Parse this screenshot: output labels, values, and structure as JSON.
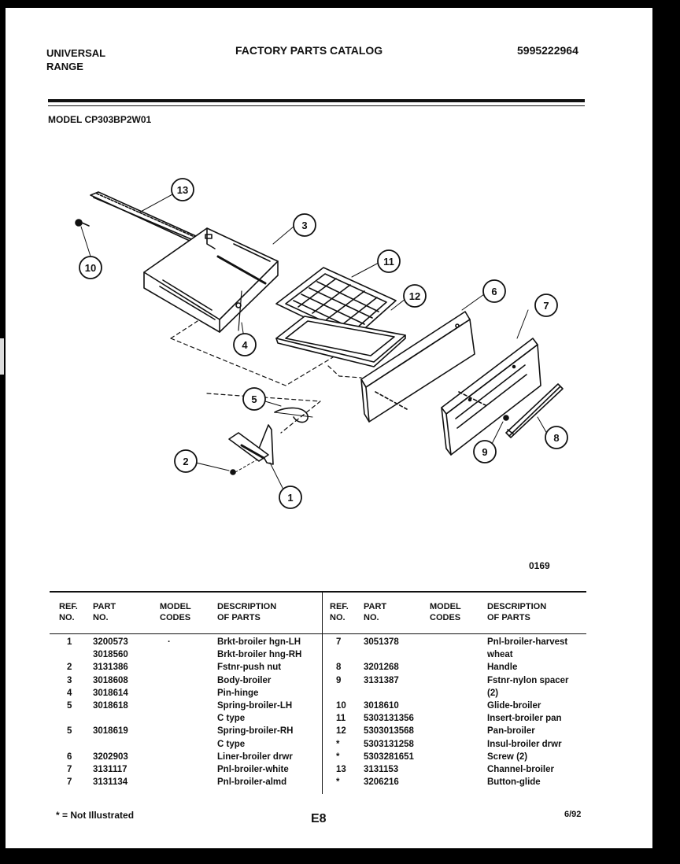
{
  "header": {
    "brand_line1": "UNIVERSAL",
    "brand_line2": "RANGE",
    "title": "FACTORY PARTS CATALOG",
    "catalog_number": "5995222964",
    "model_label": "MODEL",
    "model_number": "CP303BP2W01"
  },
  "diagram": {
    "figure_number": "0169",
    "callouts": [
      "1",
      "2",
      "3",
      "4",
      "5",
      "6",
      "7",
      "8",
      "9",
      "10",
      "11",
      "12",
      "13"
    ]
  },
  "table": {
    "headers": {
      "ref": "REF.\nNO.",
      "part": "PART\nNO.",
      "model": "MODEL\nCODES",
      "desc": "DESCRIPTION\nOF PARTS"
    },
    "left_rows": [
      {
        "ref": "1",
        "part": "3200573",
        "code": "·",
        "desc": "Brkt-broiler hgn-LH"
      },
      {
        "ref": "",
        "part": "3018560",
        "code": "",
        "desc": "Brkt-broiler hng-RH"
      },
      {
        "ref": "2",
        "part": "3131386",
        "code": "",
        "desc": "Fstnr-push nut"
      },
      {
        "ref": "3",
        "part": "3018608",
        "code": "",
        "desc": "Body-broiler"
      },
      {
        "ref": "4",
        "part": "3018614",
        "code": "",
        "desc": "Pin-hinge"
      },
      {
        "ref": "5",
        "part": "3018618",
        "code": "",
        "desc": "Spring-broiler-LH"
      },
      {
        "ref": "",
        "part": "",
        "code": "",
        "desc": "C type"
      },
      {
        "ref": "5",
        "part": "3018619",
        "code": "",
        "desc": "Spring-broiler-RH"
      },
      {
        "ref": "",
        "part": "",
        "code": "",
        "desc": "C type"
      },
      {
        "ref": "6",
        "part": "3202903",
        "code": "",
        "desc": "Liner-broiler drwr"
      },
      {
        "ref": "7",
        "part": "3131117",
        "code": "",
        "desc": "Pnl-broiler-white"
      },
      {
        "ref": "7",
        "part": "3131134",
        "code": "",
        "desc": "Pnl-broiler-almd"
      }
    ],
    "right_rows": [
      {
        "ref": "7",
        "part": "3051378",
        "code": "",
        "desc": "Pnl-broiler-harvest"
      },
      {
        "ref": "",
        "part": "",
        "code": "",
        "desc": "wheat"
      },
      {
        "ref": "8",
        "part": "3201268",
        "code": "",
        "desc": "Handle"
      },
      {
        "ref": "9",
        "part": "3131387",
        "code": "",
        "desc": "Fstnr-nylon spacer"
      },
      {
        "ref": "",
        "part": "",
        "code": "",
        "desc": "(2)"
      },
      {
        "ref": "10",
        "part": "3018610",
        "code": "",
        "desc": "Glide-broiler"
      },
      {
        "ref": "11",
        "part": "5303131356",
        "code": "",
        "desc": "Insert-broiler pan"
      },
      {
        "ref": "12",
        "part": "5303013568",
        "code": "",
        "desc": "Pan-broiler"
      },
      {
        "ref": "*",
        "part": "5303131258",
        "code": "",
        "desc": "Insul-broiler drwr"
      },
      {
        "ref": "*",
        "part": "5303281651",
        "code": "",
        "desc": "Screw (2)"
      },
      {
        "ref": "13",
        "part": "3131153",
        "code": "",
        "desc": "Channel-broiler"
      },
      {
        "ref": "*",
        "part": "3206216",
        "code": "",
        "desc": "Button-glide"
      }
    ]
  },
  "footer": {
    "note": "* = Not Illustrated",
    "page_code": "E8",
    "date": "6/92"
  }
}
